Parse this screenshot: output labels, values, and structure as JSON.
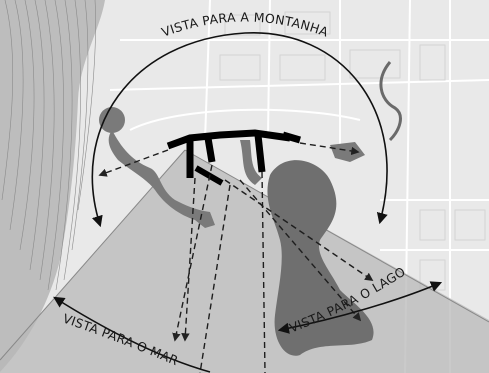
{
  "labels": {
    "montanha": "VISTA PARA A MONTANHA",
    "lago": "VISTA PARA O LAGO",
    "mar": "VISTA PARA O MAR"
  }
}
